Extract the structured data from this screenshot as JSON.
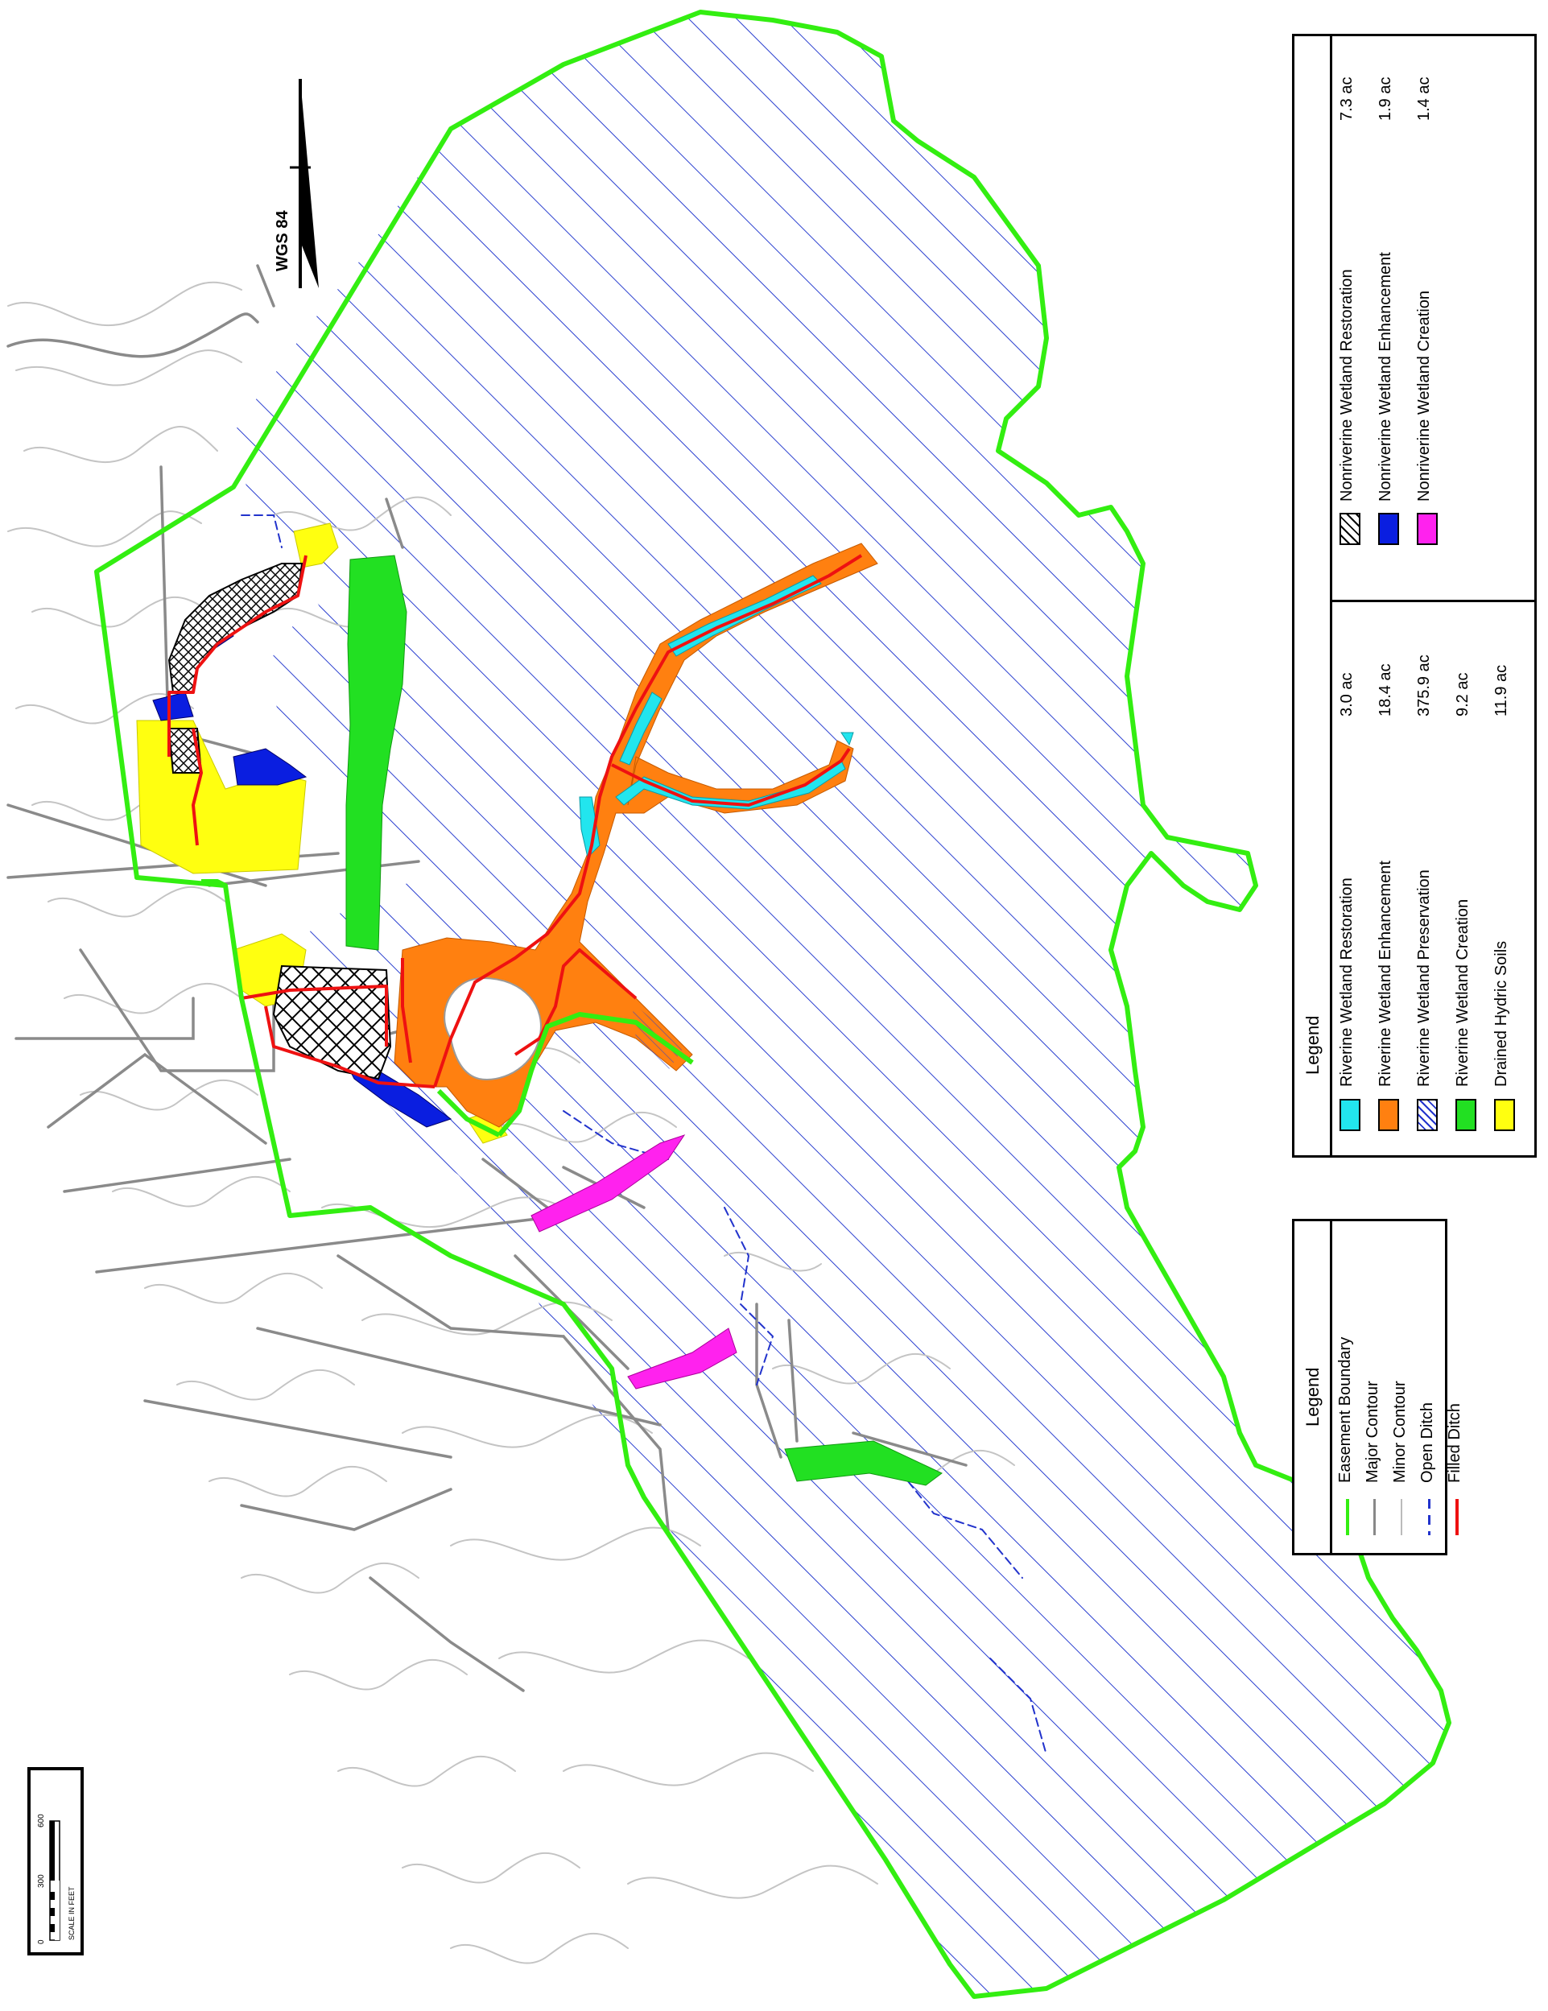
{
  "north_arrow": {
    "label": "WGS 84"
  },
  "scale_bar": {
    "label": "SCALE IN FEET",
    "ticks": [
      "0",
      "300",
      "600"
    ]
  },
  "legend_lines": {
    "title": "Legend",
    "items": [
      {
        "label": "Easement Boundary",
        "color": "#33ee11",
        "style": "solid"
      },
      {
        "label": "Major Contour",
        "color": "#888888",
        "style": "solid"
      },
      {
        "label": "Minor Contour",
        "color": "#bbbbbb",
        "style": "solid"
      },
      {
        "label": "Open Ditch",
        "color": "#2233cc",
        "style": "dashed"
      },
      {
        "label": "Filled Ditch",
        "color": "#ee1111",
        "style": "solid"
      }
    ]
  },
  "legend_areas": {
    "title": "Legend",
    "items": [
      {
        "label": "Riverine Wetland Restoration",
        "value": "3.0 ac",
        "color": "#22e5ee",
        "pattern": "solid"
      },
      {
        "label": "Riverine Wetland Enhancement",
        "value": "18.4 ac",
        "color": "#ff8010",
        "pattern": "solid"
      },
      {
        "label": "Riverine Wetland Preservation",
        "value": "375.9 ac",
        "color": "#2233cc",
        "pattern": "hatch"
      },
      {
        "label": "Riverine Wetland Creation",
        "value": "9.2 ac",
        "color": "#22e022",
        "pattern": "solid"
      },
      {
        "label": "Drained Hydric Soils",
        "value": "11.9 ac",
        "color": "#ffff10",
        "pattern": "solid"
      },
      {
        "label": "Nonriverine Wetland Restoration",
        "value": "7.3 ac",
        "color": "#000000",
        "pattern": "crosshatch"
      },
      {
        "label": "Nonriverine Wetland Enhancement",
        "value": "1.9 ac",
        "color": "#0a1ee0",
        "pattern": "solid"
      },
      {
        "label": "Nonriverine Wetland Creation",
        "value": "1.4 ac",
        "color": "#ff22ee",
        "pattern": "solid"
      }
    ]
  }
}
